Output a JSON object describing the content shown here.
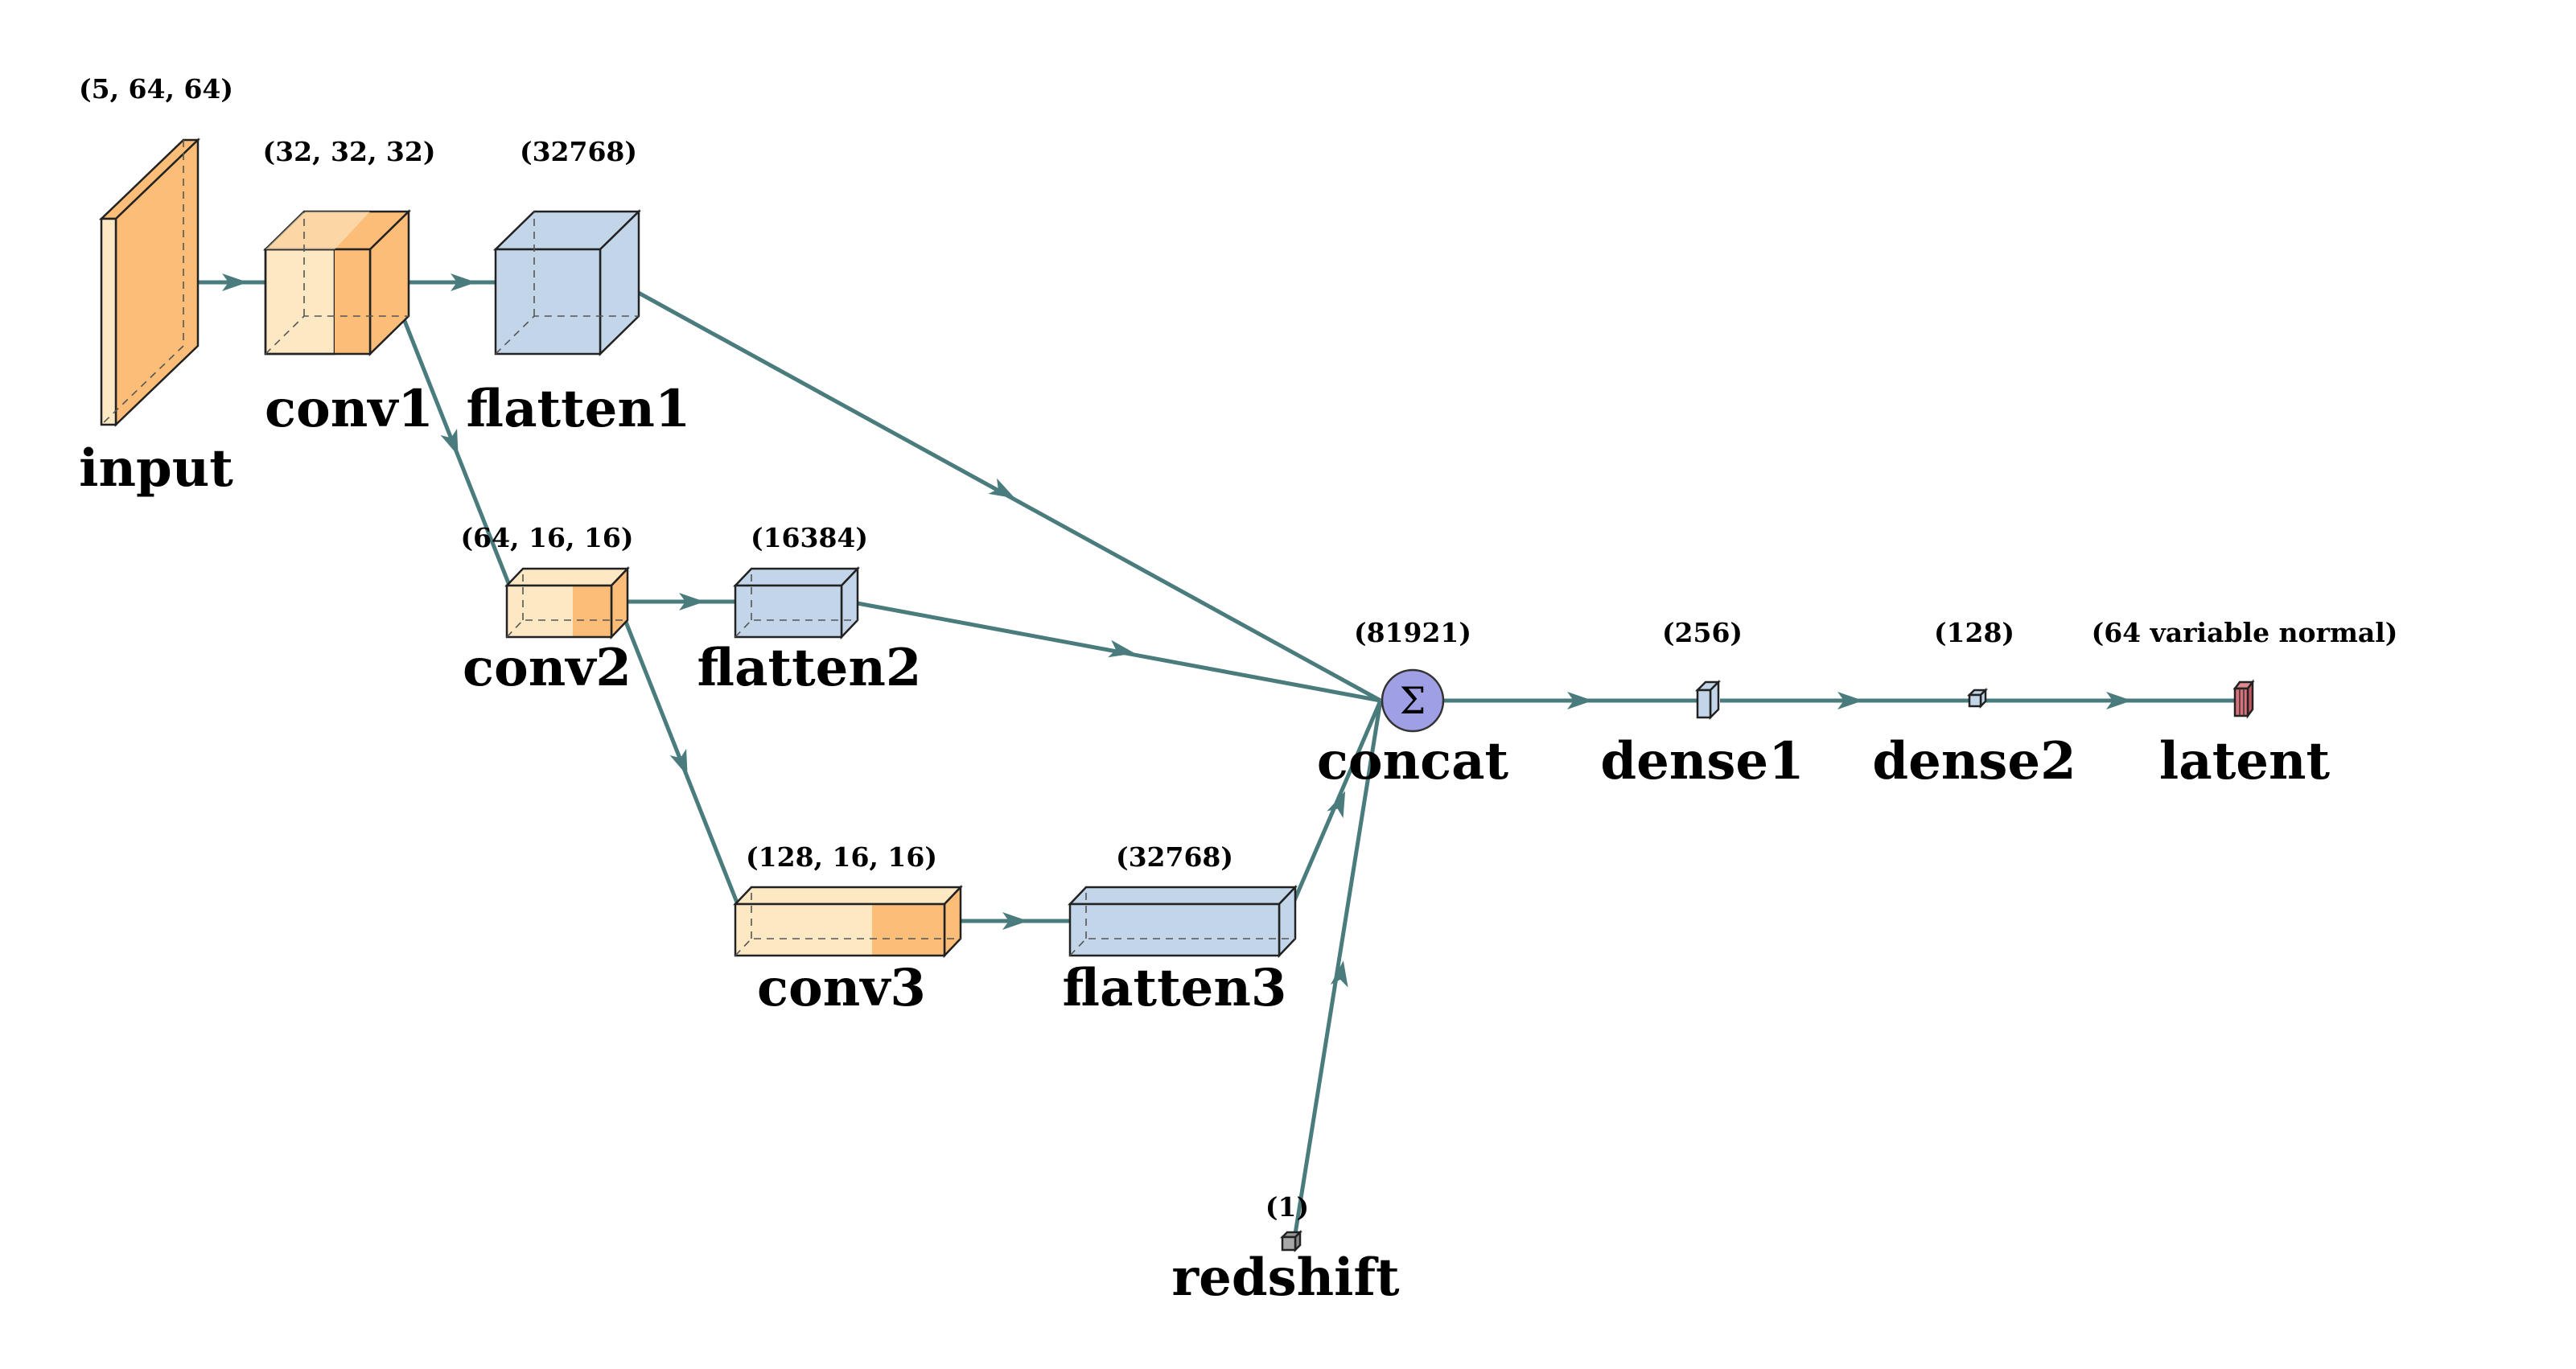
{
  "diagram": {
    "layers": {
      "input": {
        "name": "input",
        "shape": "(5, 64, 64)"
      },
      "conv1": {
        "name": "conv1",
        "shape": "(32, 32, 32)"
      },
      "flatten1": {
        "name": "flatten1",
        "shape": "(32768)"
      },
      "conv2": {
        "name": "conv2",
        "shape": "(64, 16, 16)"
      },
      "flatten2": {
        "name": "flatten2",
        "shape": "(16384)"
      },
      "conv3": {
        "name": "conv3",
        "shape": "(128, 16, 16)"
      },
      "flatten3": {
        "name": "flatten3",
        "shape": "(32768)"
      },
      "redshift": {
        "name": "redshift",
        "shape": "(1)"
      },
      "concat": {
        "name": "concat",
        "shape": "(81921)",
        "symbol": "Σ"
      },
      "dense1": {
        "name": "dense1",
        "shape": "(256)"
      },
      "dense2": {
        "name": "dense2",
        "shape": "(128)"
      },
      "latent": {
        "name": "latent",
        "shape": "(64 variable normal)"
      }
    },
    "colors": {
      "conv_light": "#fde8c4",
      "conv_dark": "#fbbd77",
      "flatten": "#c3d6e9",
      "concat": "#9f9fe5",
      "redshift": "#9a9a9a",
      "latent": "#d9717a",
      "edge": "#4a7b7d"
    }
  }
}
